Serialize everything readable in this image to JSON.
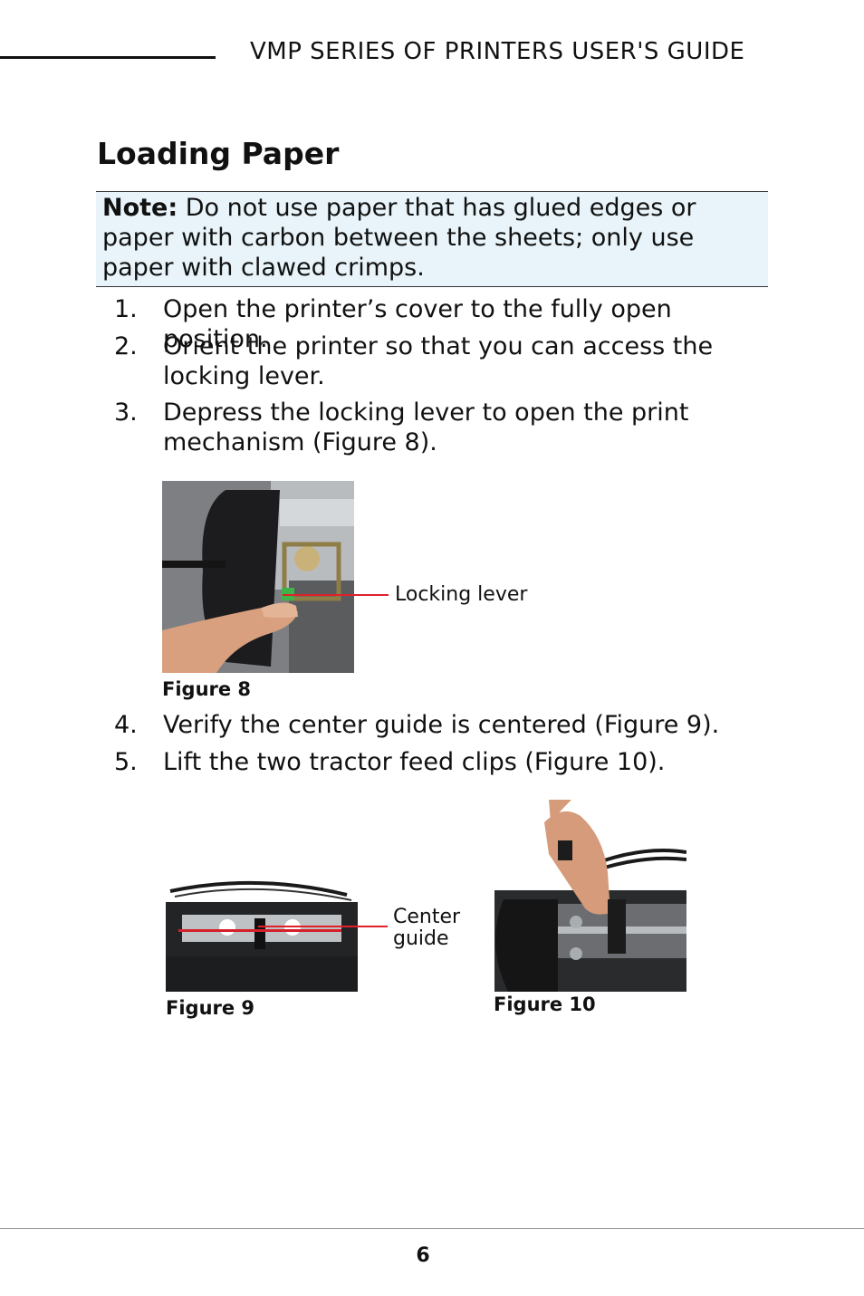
{
  "header": {
    "title": "VMP SERIES OF PRINTERS USER'S GUIDE"
  },
  "section": {
    "title": "Loading Paper"
  },
  "note": {
    "label": "Note:",
    "text": " Do not use paper that has glued edges or paper with carbon between the sheets; only use paper with clawed crimps."
  },
  "steps": [
    {
      "num": "1.",
      "text": "Open the printer’s cover to the fully open position."
    },
    {
      "num": "2.",
      "text": "Orient the printer so that you can access the locking lever."
    },
    {
      "num": "3.",
      "text": "Depress the locking lever to open the print mechanism (Figure 8)."
    },
    {
      "num": "4.",
      "text": "Verify the center guide is centered (Figure 9)."
    },
    {
      "num": "5.",
      "text": "Lift the two tractor feed clips (Figure 10)."
    }
  ],
  "figures": {
    "fig8": {
      "label": "Figure 8",
      "callout": "Locking lever"
    },
    "fig9": {
      "label": "Figure 9",
      "callout_line1": "Center",
      "callout_line2": "guide"
    },
    "fig10": {
      "label": "Figure 10"
    }
  },
  "footer": {
    "page_number": "6"
  }
}
